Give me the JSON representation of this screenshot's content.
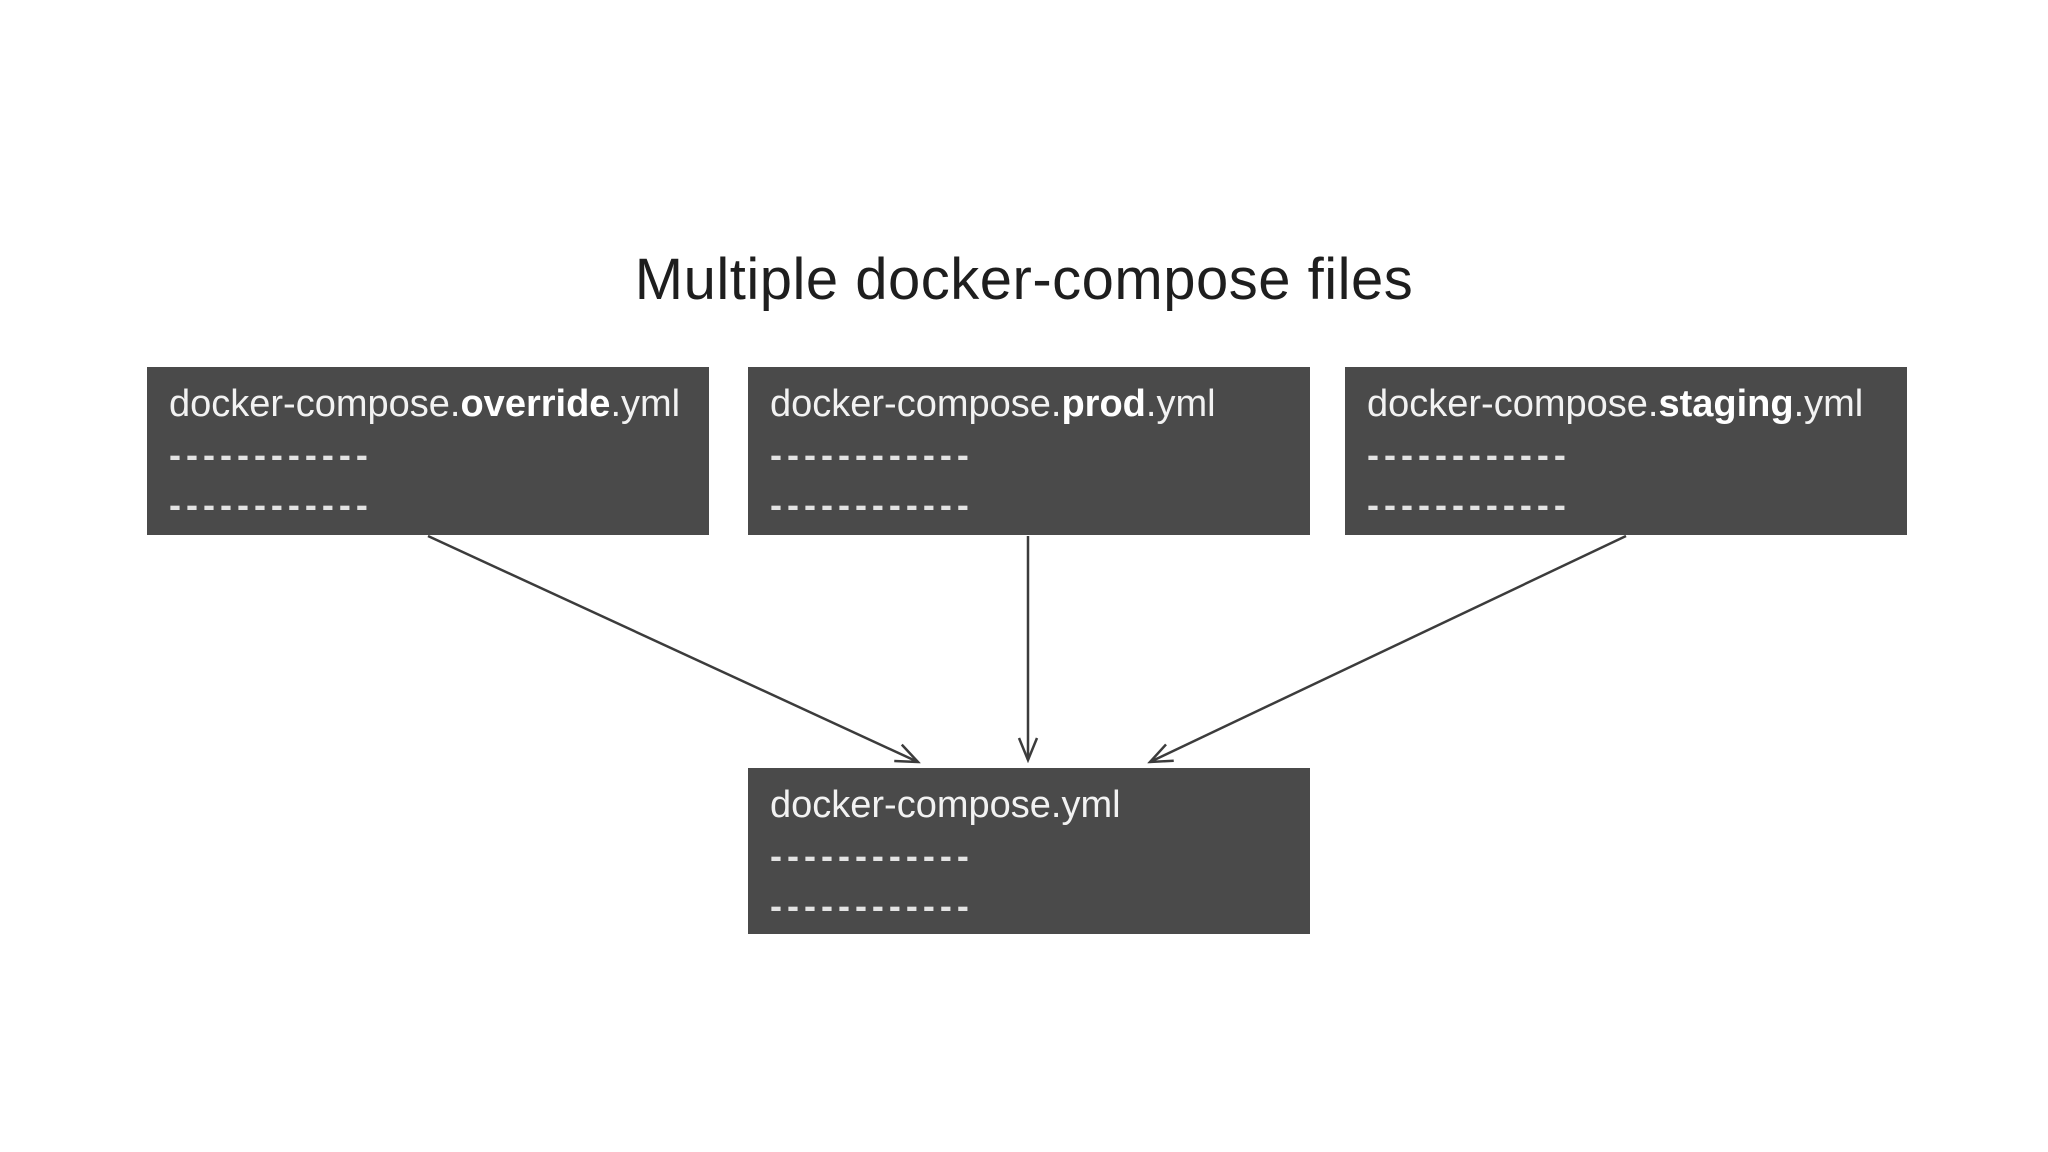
{
  "title": "Multiple docker-compose files",
  "tokens": {
    "dash_row": "------------"
  },
  "nodes": [
    {
      "id": "override",
      "prefix": "docker-compose.",
      "emphasis": "override",
      "suffix": ".yml"
    },
    {
      "id": "prod",
      "prefix": "docker-compose.",
      "emphasis": "prod",
      "suffix": ".yml"
    },
    {
      "id": "staging",
      "prefix": "docker-compose.",
      "emphasis": "staging",
      "suffix": ".yml"
    },
    {
      "id": "base",
      "prefix": "docker-compose.yml",
      "emphasis": "",
      "suffix": ""
    }
  ],
  "edges": [
    {
      "from": "override",
      "to": "base"
    },
    {
      "from": "prod",
      "to": "base"
    },
    {
      "from": "staging",
      "to": "base"
    }
  ],
  "colors": {
    "background": "#ffffff",
    "box_fill": "#4a4a4a",
    "box_text": "#f2f2f2",
    "box_text_bold": "#ffffff",
    "dash_text": "#e3e3e3",
    "title_text": "#1e1e1e",
    "arrow": "#3c3c3c"
  }
}
